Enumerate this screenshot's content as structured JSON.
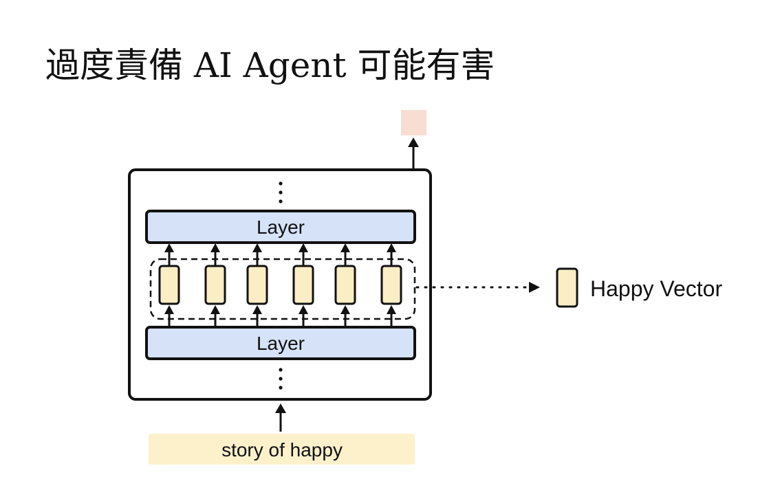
{
  "title": "過度責備 AI Agent 可能有害",
  "diagram": {
    "layers": [
      {
        "label": "Layer"
      },
      {
        "label": "Layer"
      }
    ],
    "hidden_vector_count": 6,
    "side_label": "Happy Vector",
    "input_label": "story of happy",
    "colors": {
      "layer_fill": "#d6e2f7",
      "vector_fill": "#fbeec5",
      "input_fill": "#fdf1cc",
      "output_fill": "#f8ddd3",
      "stroke": "#111111"
    }
  }
}
